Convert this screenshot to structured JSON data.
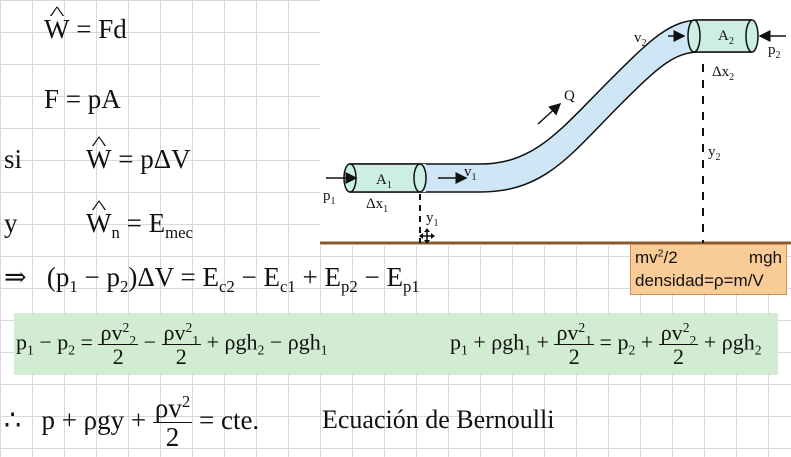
{
  "equations": {
    "work": {
      "lhs": "W",
      "rhs": "= Fd"
    },
    "force": {
      "lhs": "F = pA"
    },
    "si": {
      "word": "si",
      "lhs": "W",
      "rhs": "= pΔV"
    },
    "y": {
      "word": "y",
      "lhs": "W",
      "lhs_sub": "n",
      "rhs": "= E",
      "rhs_sub": "mec"
    },
    "implies": {
      "arrow": "⇒",
      "text1": "(p",
      "s1": "1",
      "text2": " − p",
      "s2": "2",
      "text3": ")ΔV = E",
      "s3": "c2",
      "text4": " − E",
      "s4": "c1",
      "text5": " + E",
      "s5": "p2",
      "text6": " − E",
      "s6": "p1"
    },
    "bernoulli": {
      "therefore": "∴",
      "lhs": "p + ρgy +",
      "num": "ρv",
      "num_sup": "2",
      "den": "2",
      "rhs": "= cte.",
      "name": "Ecuación de Bernoulli"
    }
  },
  "box": {
    "left": {
      "p": "p",
      "s1": "1",
      "minus": " − p",
      "s2": "2",
      "eq": " =",
      "f1_num": "ρv",
      "f1_sup": "2",
      "f1_sub": "2",
      "f1_den": "2",
      "op": "−",
      "f2_num": "ρv",
      "f2_sup": "2",
      "f2_sub": "1",
      "f2_den": "2",
      "tail": "+ ρgh",
      "t_s1": "2",
      "tail2": " − ρgh",
      "t_s2": "1"
    },
    "right": {
      "head": "p",
      "h_s1": "1",
      "mid": " + ρgh",
      "m_s1": "1",
      "plus": " +",
      "f1_num": "ρv",
      "f1_sup": "2",
      "f1_sub": "1",
      "f1_den": "2",
      "eq": "= p",
      "e_s": "2",
      "plus2": " +",
      "f2_num": "ρv",
      "f2_sup": "2",
      "f2_sub": "2",
      "f2_den": "2",
      "tail": "+ ρgh",
      "t_s": "2"
    }
  },
  "diagram": {
    "p1": "p",
    "p1s": "1",
    "A1": "A",
    "A1s": "1",
    "dx1": "Δx",
    "dx1s": "1",
    "v1": "v",
    "v1s": "1",
    "y1": "y",
    "y1s": "1",
    "Q": "Q",
    "v2": "v",
    "v2s": "2",
    "A2": "A",
    "A2s": "2",
    "p2": "p",
    "p2s": "2",
    "dx2": "Δx",
    "dx2s": "2",
    "y2": "y",
    "y2s": "2"
  },
  "note": {
    "mv": "mv",
    "mv_sup": "2",
    "mv_tail": "/2",
    "mgh": "mgh",
    "dens": "densidad=ρ=m/V"
  }
}
